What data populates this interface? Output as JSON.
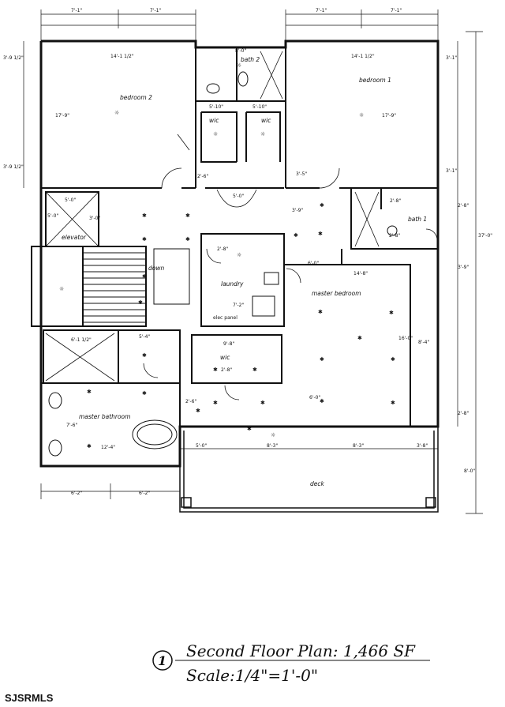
{
  "plan": {
    "title_number": "1",
    "title": "Second Floor Plan: 1,466 SF",
    "scale_prefix": "Scale:",
    "scale_value": "1/4\"=1'-0\"",
    "watermark": "SJSRMLS"
  },
  "rooms": {
    "bedroom2": "bedroom 2",
    "bedroom1": "bedroom 1",
    "bath2": "bath 2",
    "bath1": "bath 1",
    "wic_a": "wic",
    "wic_b": "wic",
    "wic_c": "wic",
    "elevator": "elevator",
    "down": "down",
    "laundry": "laundry",
    "master_bedroom": "master bedroom",
    "master_bathroom": "master bathroom",
    "deck": "deck",
    "elec_panel": "elec panel"
  },
  "dimensions": {
    "top_left_1": "7'-1\"",
    "top_left_2": "7'-1\"",
    "top_right_1": "7'-1\"",
    "top_right_2": "7'-1\"",
    "bed2_width": "14'-1 1/2\"",
    "bed1_width": "14'-1 1/2\"",
    "bed2_depth": "17'-9\"",
    "bed1_depth": "17'-9\"",
    "bath2_w": "8'-0\"",
    "wic_a_w": "5'-10\"",
    "wic_b_w": "5'-10\"",
    "left_top": "3'-9 1/2\"",
    "left_mid": "3'-9 1/2\"",
    "right_top": "3'-1\"",
    "right_mid": "3'-1\"",
    "overall_depth": "37'-0\"",
    "hall_w": "5'-0\"",
    "elev_w": "5'-0\"",
    "elev_d": "5'-0\"",
    "elev_side": "3'-0\"",
    "laundry_w": "2'-8\"",
    "laundry_d": "7'-2\"",
    "bath1_w": "2'-8\"",
    "bath1_w2": "2'-8\"",
    "master_w": "14'-8\"",
    "master_d": "16'-0\"",
    "shower_w": "6'-1 1/2\"",
    "wic_c_w": "9'-8\"",
    "wic_c_d": "2'-8\"",
    "stair_w": "5'-4\"",
    "mbath_w": "12'-4\"",
    "mbath_d": "7'-6\"",
    "bottom_1": "6'-2\"",
    "bottom_2": "6'-2\"",
    "deck_1": "5'-0\"",
    "deck_2": "8'-3\"",
    "deck_3": "8'-3\"",
    "deck_4": "3'-8\"",
    "deck_d": "8'-0\"",
    "mid_a": "6'-0\"",
    "mid_b": "8'-4\"",
    "mid_c": "2'-8\"",
    "mid_d": "3'-9\"",
    "mid_e": "2'-8\"",
    "mid_f": "3'-9\"",
    "mid_g": "2'-6\"",
    "mid_h": "3'-5\"",
    "mid_i": "2'-6\"",
    "mid_j": "6'-0\""
  }
}
